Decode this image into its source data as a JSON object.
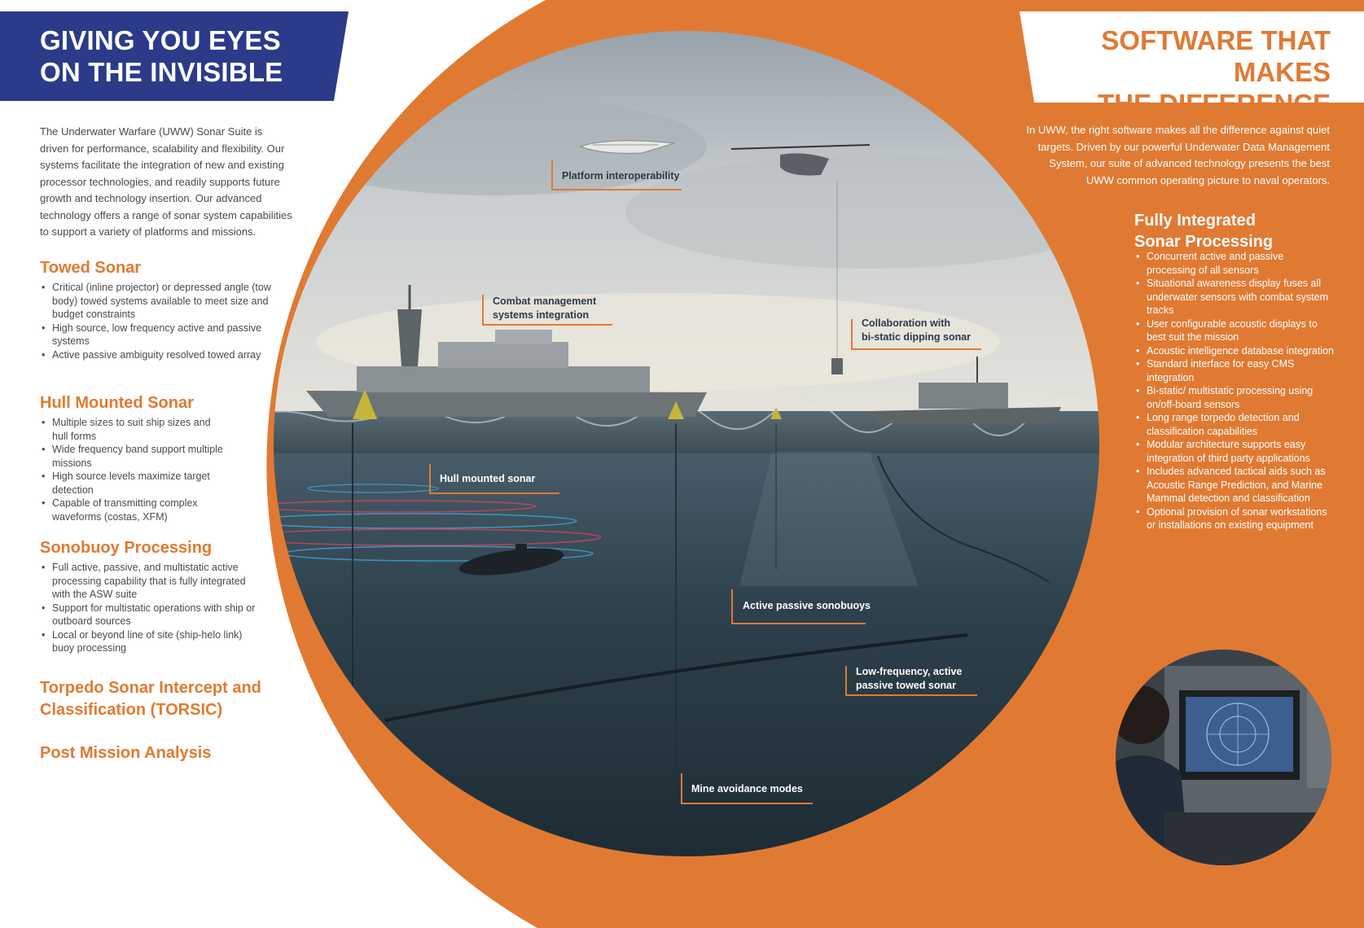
{
  "left_banner": {
    "title": "GIVING YOU EYES\nON THE INVISIBLE"
  },
  "right_banner": {
    "title": "SOFTWARE THAT MAKES\nTHE DIFFERENCE"
  },
  "colors": {
    "navy": "#2b3b8a",
    "orange": "#e07a33",
    "sea": "#2f4450",
    "sky": "#c9cdd0"
  },
  "intro_left": "The Underwater Warfare (UWW) Sonar Suite is  driven for performance, scalability and flexibility. Our systems facilitate the integration of new and existing processor technologies, and readily supports future growth and technology insertion. Our advanced technology offers a range of sonar system capabilities to support a variety of platforms and missions.",
  "sections": [
    {
      "title": "Towed Sonar",
      "bullets": [
        "Critical (inline projector) or depressed angle (tow body) towed systems available to meet size and budget constraints",
        "High source, low frequency active and passive systems",
        "Active passive ambiguity resolved towed array"
      ]
    },
    {
      "title": "Hull Mounted Sonar",
      "bullets": [
        "Multiple sizes to suit ship sizes and hull forms",
        "Wide frequency band support multiple missions",
        "High source levels maximize target detection",
        "Capable of transmitting complex waveforms (costas, XFM)"
      ]
    },
    {
      "title": "Sonobuoy Processing",
      "bullets": [
        "Full active, passive, and multistatic active processing capability that is fully integrated with the ASW suite",
        "Support for multistatic operations with ship or outboard sources",
        "Local or beyond line of site (ship-helo link) buoy processing"
      ]
    }
  ],
  "torsic_title": "Torpedo Sonar Intercept and\nClassification (TORSIC)",
  "pma_title": "Post Mission Analysis",
  "intro_right": "In UWW, the right software makes all the difference against quiet targets. Driven by our powerful Underwater Data Management System, our suite of advanced technology presents the best UWW common operating picture to naval operators.",
  "right_panel": {
    "title": "Fully Integrated\nSonar Processing",
    "bullets": [
      "Concurrent active and passive processing of all sensors",
      "Situational awareness display fuses all underwater sensors with combat system tracks",
      "User configurable acoustic displays to best suit the mission",
      "Acoustic intelligence database integration",
      "Standard interface for easy CMS integration",
      "Bi-static/ multistatic processing using on/off-board sensors",
      "Long range torpedo detection and classification capabilities",
      "Modular architecture supports easy integration of third party applications",
      "Includes advanced tactical aids such as Acoustic Range Prediction, and Marine Mammal detection and classification",
      "Optional provision of sonar workstations or installations on existing equipment"
    ]
  },
  "callouts": {
    "platform": "Platform interoperability",
    "combat": "Combat management\nsystems integration",
    "collab": "Collaboration with\nbi-static dipping sonar",
    "hull": "Hull mounted sonar",
    "sonobuoys": "Active passive sonobuoys",
    "towed": "Low-frequency, active\npassive towed sonar",
    "mine": "Mine avoidance modes"
  }
}
